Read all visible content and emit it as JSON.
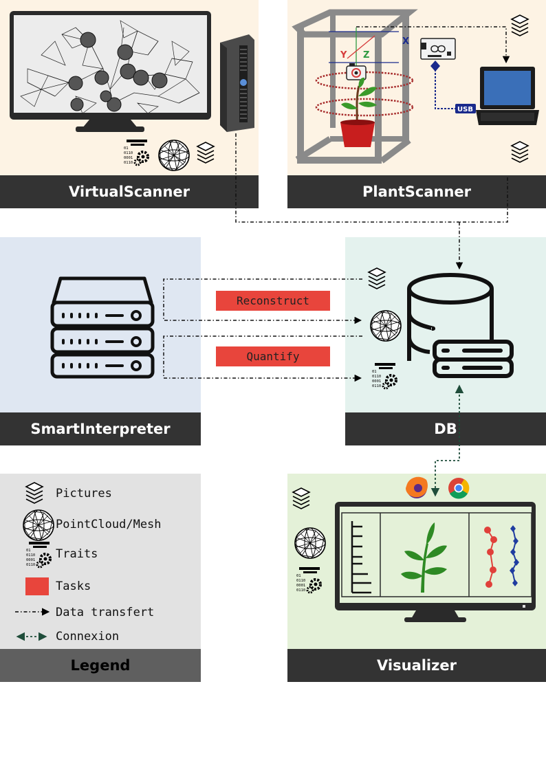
{
  "panels": {
    "virtual_scanner": "VirtualScanner",
    "plant_scanner": "PlantScanner",
    "smart_interpreter": "SmartInterpreter",
    "db": "DB",
    "legend": "Legend",
    "visualizer": "Visualizer"
  },
  "tasks": {
    "reconstruct": "Reconstruct",
    "quantify": "Quantify"
  },
  "plant_scanner_labels": {
    "axis_x": "X",
    "axis_y": "Y",
    "axis_z": "Z",
    "usb": "USB"
  },
  "trait_glyph_lines": [
    "01",
    "0110",
    "0001",
    "0110"
  ],
  "legend_items": {
    "pictures": "Pictures",
    "pointcloud": "PointCloud/Mesh",
    "traits": "Traits",
    "tasks": "Tasks",
    "data_transfer": "Data transfert",
    "connexion": "Connexion"
  },
  "colors": {
    "panel_warm": "#fdf3e4",
    "panel_blue": "#dfe7f2",
    "panel_mint": "#e4f2ee",
    "panel_grey": "#e2e2e2",
    "panel_green": "#e4f1d8",
    "title_bar": "#333333",
    "task_red": "#e8453c",
    "connexion_green": "#1f4d3a",
    "usb_blue": "#1a2a8c"
  },
  "icons": [
    "layers-icon",
    "pointcloud-sphere-icon",
    "traits-icon",
    "monitor-icon",
    "server-icon",
    "database-icon",
    "laptop-icon",
    "arduino-icon",
    "camera-icon",
    "firefox-icon",
    "chrome-icon",
    "plant-icon"
  ]
}
